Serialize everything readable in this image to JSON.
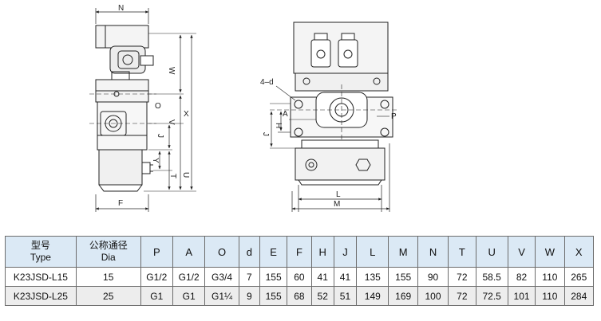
{
  "drawing": {
    "labels": {
      "N": "N",
      "W": "W",
      "O": "O",
      "V": "V",
      "X": "X",
      "J": "J",
      "Y": "Y",
      "T": "T",
      "U": "U",
      "F": "F",
      "d": "4–d",
      "A": "A",
      "H": "H",
      "J2": "J",
      "P": "P",
      "L": "L",
      "M": "M"
    }
  },
  "table": {
    "header": {
      "model_cn": "型号",
      "model_en": "Type",
      "dia_cn": "公称通径",
      "dia_en": "Dia",
      "cols": [
        "P",
        "A",
        "O",
        "d",
        "E",
        "F",
        "H",
        "J",
        "L",
        "M",
        "N",
        "T",
        "U",
        "V",
        "W",
        "X"
      ]
    },
    "rows": [
      {
        "model": "K23JSD-L15",
        "dia": "15",
        "values": [
          "G1/2",
          "G1/2",
          "G3/4",
          "7",
          "155",
          "60",
          "41",
          "41",
          "135",
          "155",
          "90",
          "72",
          "58.5",
          "82",
          "110",
          "265"
        ]
      },
      {
        "model": "K23JSD-L25",
        "dia": "25",
        "values": [
          "G1",
          "G1",
          "G1¼",
          "9",
          "155",
          "68",
          "52",
          "51",
          "149",
          "169",
          "100",
          "72",
          "72.5",
          "101",
          "110",
          "284"
        ]
      }
    ]
  }
}
